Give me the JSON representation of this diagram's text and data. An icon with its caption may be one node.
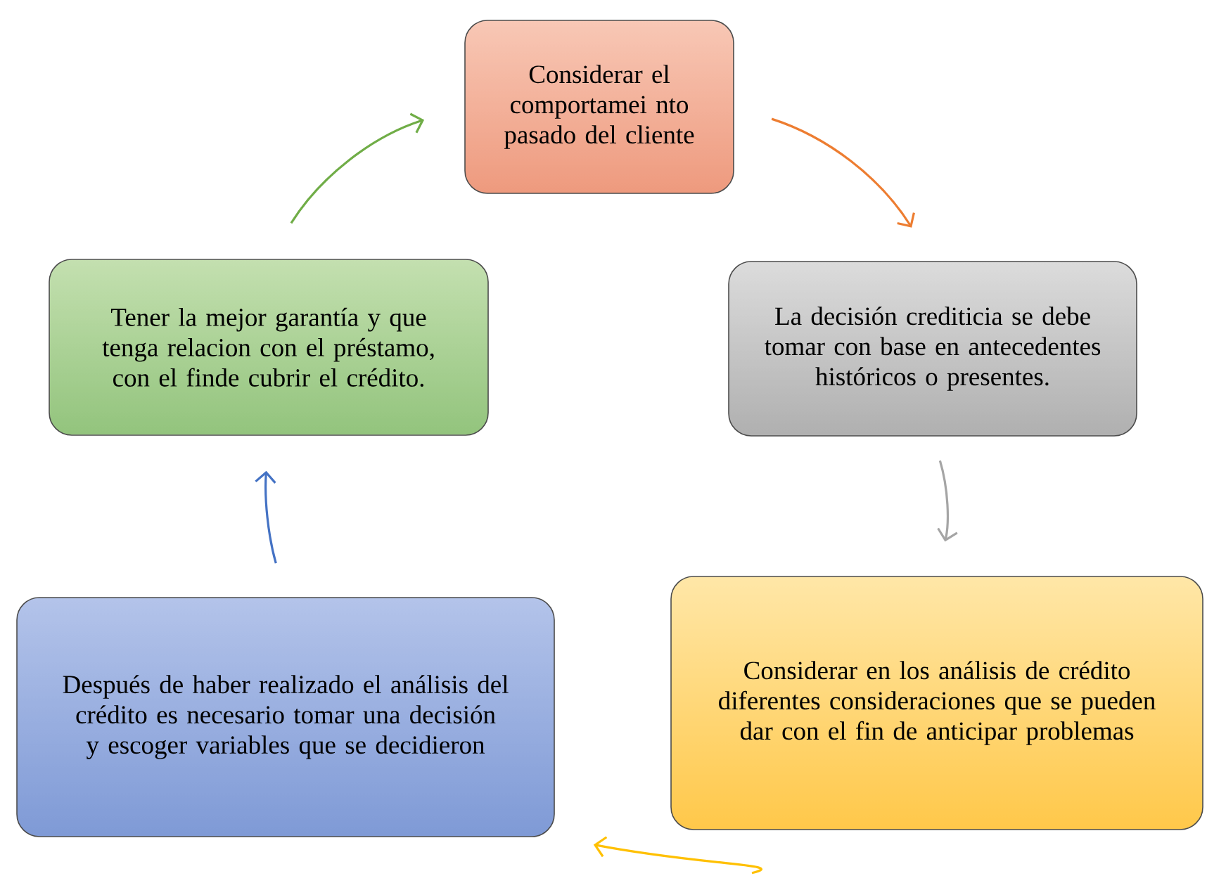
{
  "diagram": {
    "nodes": [
      {
        "text": [
          "Considerar el comportamei nto pasado del cliente"
        ]
      },
      {
        "text": [
          "La decisión crediticia se debe tomar con base en antecedentes históricos o presentes."
        ]
      },
      {
        "text": [
          "Considerar en los análisis de crédito diferentes consideraciones que se pueden dar con el fin de anticipar problemas"
        ]
      },
      {
        "text": [
          "Después de haber realizado el análisis del crédito es necesario tomar una decisión y escoger variables que se decidieron"
        ]
      },
      {
        "text": [
          "Tener la mejor garantía y que tenga relacion con el préstamo, con el finde cubrir el crédito."
        ]
      }
    ],
    "edges": [
      {
        "from": 0,
        "to": 1,
        "arrow": "to",
        "color": "#ed7d31"
      },
      {
        "from": 1,
        "to": 2,
        "arrow": "to",
        "color": "#a5a5a5"
      },
      {
        "from": 2,
        "to": 3,
        "arrow": "to",
        "color": "#ffc000"
      },
      {
        "from": 3,
        "to": 4,
        "arrow": "to",
        "color": "#4472c4"
      },
      {
        "from": 4,
        "to": 0,
        "arrow": "to",
        "color": "#70ad47"
      }
    ]
  }
}
